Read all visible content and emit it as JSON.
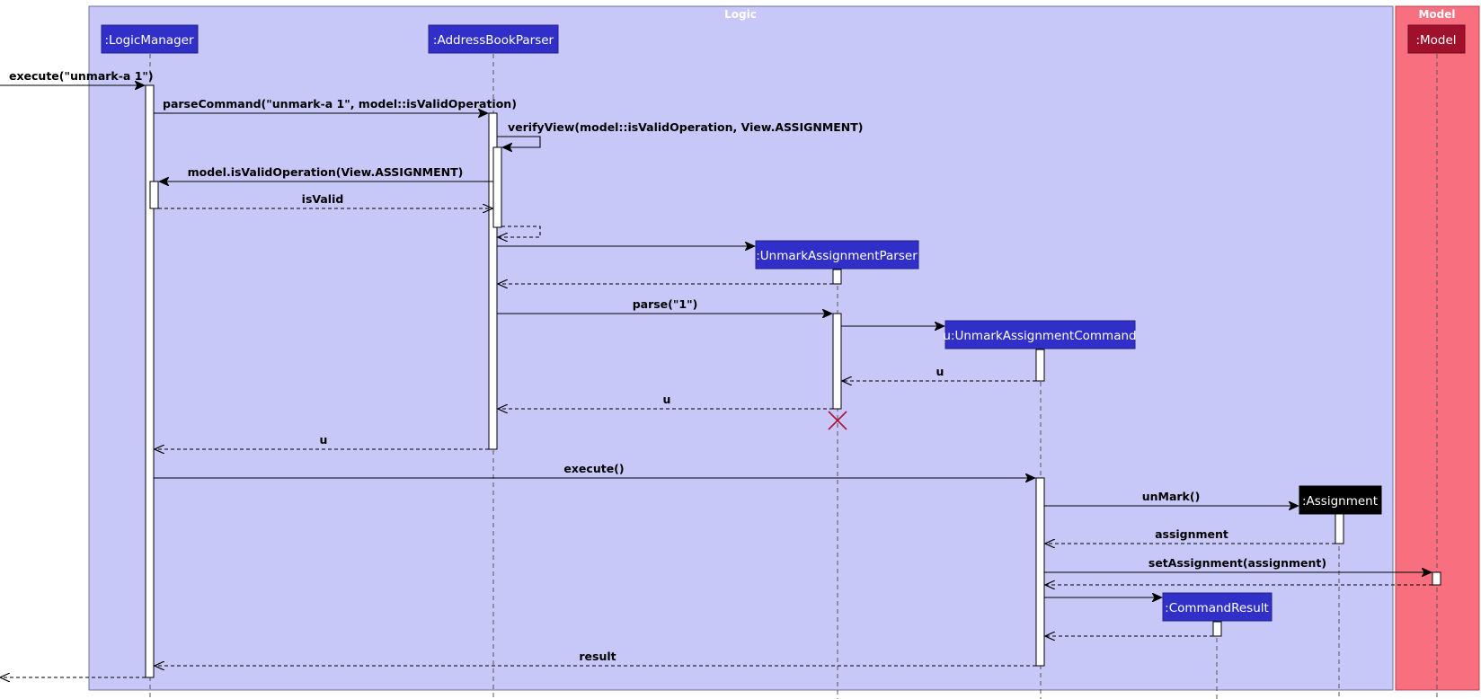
{
  "groups": {
    "logic": {
      "label": "Logic",
      "fill": "#c8c8f8",
      "stroke": "#7070a0"
    },
    "model": {
      "label": "Model",
      "fill": "#f87080",
      "stroke": "#c04050"
    }
  },
  "participants": {
    "logic_manager": {
      "label": ":LogicManager",
      "fill": "#3030c8"
    },
    "address_book_parser": {
      "label": ":AddressBookParser",
      "fill": "#3030c8"
    },
    "unmark_assignment_parser": {
      "label": ":UnmarkAssignmentParser",
      "fill": "#3030c8"
    },
    "unmark_assignment_command": {
      "label": "u:UnmarkAssignmentCommand",
      "fill": "#3030c8"
    },
    "assignment": {
      "label": ":Assignment",
      "fill": "#000000"
    },
    "command_result": {
      "label": ":CommandResult",
      "fill": "#3030c8"
    },
    "model": {
      "label": ":Model",
      "fill": "#a0102a"
    }
  },
  "messages": {
    "execute_input": "execute(\"unmark-a 1\")",
    "parse_command": "parseCommand(\"unmark-a 1\", model::isValidOperation)",
    "verify_view": "verifyView(model::isValidOperation, View.ASSIGNMENT)",
    "is_valid_operation": "model.isValidOperation(View.ASSIGNMENT)",
    "is_valid_return": "isValid",
    "parse": "parse(\"1\")",
    "u_return_command": "u",
    "u_return_parser": "u",
    "u_return_abp": "u",
    "execute": "execute()",
    "unmark": "unMark()",
    "assignment_return": "assignment",
    "set_assignment": "setAssignment(assignment)",
    "result_return": "result"
  },
  "colors": {
    "destroy_marker": "#b0103a",
    "lifeline": "#555555",
    "activation_fill": "#ffffff"
  }
}
